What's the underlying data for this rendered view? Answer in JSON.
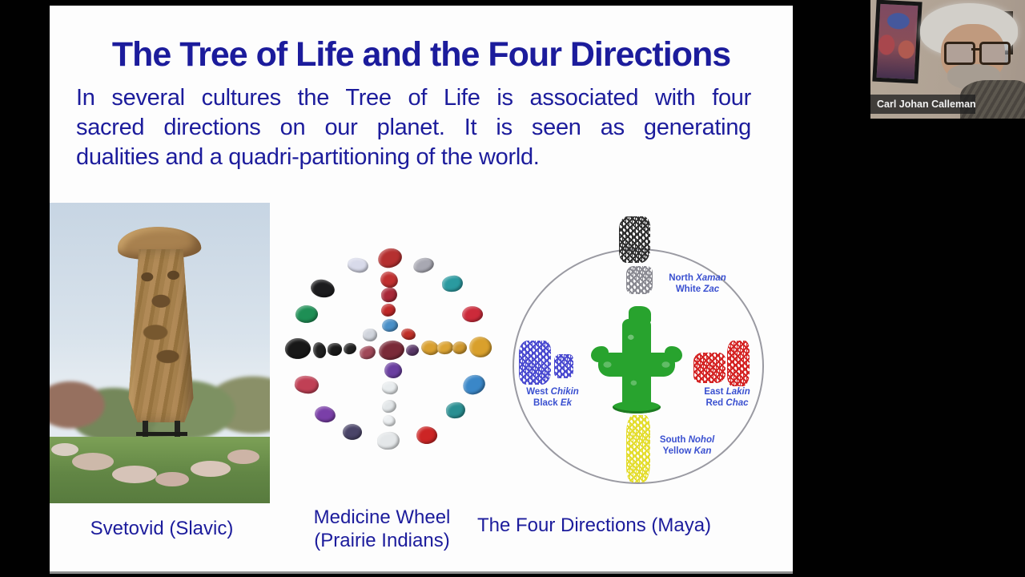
{
  "palette": {
    "text_navy": "#1c1c9c",
    "label_blue": "#3a50d0",
    "maya_green": "#28a32e",
    "maya_red": "#d42222",
    "maya_blue": "#4a4ad0",
    "maya_yellow": "#e4dd2e",
    "maya_black": "#2e2e2e",
    "maya_gray": "#8a8a92"
  },
  "meeting": {
    "participant_name": "Carl Johan Calleman"
  },
  "slide": {
    "title": "The Tree of Life and the Four Directions",
    "body_lines": [
      "In several cultures the Tree of Life is associated with four",
      "sacred directions on our planet. It is seen as generating",
      "dualities and a quadri-partitioning of the world."
    ],
    "figures": {
      "svetovid": {
        "caption": "Svetovid (Slavic)"
      },
      "medicine_wheel": {
        "caption_line1": "Medicine Wheel",
        "caption_line2": "(Prairie Indians)"
      },
      "maya": {
        "caption": "The Four Directions (Maya)",
        "labels": {
          "north": {
            "line1": [
              "North",
              "Xaman"
            ],
            "line2": [
              "White",
              "Zac"
            ]
          },
          "west": {
            "line1": [
              "West",
              "Chikin"
            ],
            "line2": [
              "Black",
              "Ek"
            ]
          },
          "east": {
            "line1": [
              "East",
              "Lakin"
            ],
            "line2": [
              "Red",
              "Chac"
            ]
          },
          "south": {
            "line1": [
              "South",
              "Nohol"
            ],
            "line2": [
              "Yellow",
              "Kan"
            ]
          }
        }
      }
    }
  },
  "medicine_wheel": {
    "stones": [
      [
        145,
        39,
        30,
        24,
        "#b53030",
        -8
      ],
      [
        144,
        66,
        22,
        20,
        "#c03030",
        10
      ],
      [
        144,
        85,
        20,
        18,
        "#a82838",
        -6
      ],
      [
        143,
        104,
        18,
        16,
        "#c02828",
        4
      ],
      [
        145,
        123,
        20,
        16,
        "#4a90c8",
        -10
      ],
      [
        120,
        135,
        18,
        16,
        "#d0d4dc",
        6
      ],
      [
        147,
        154,
        32,
        24,
        "#7a2a38",
        -4
      ],
      [
        168,
        134,
        18,
        14,
        "#c03028",
        8
      ],
      [
        117,
        157,
        20,
        16,
        "#a04858",
        -12
      ],
      [
        173,
        154,
        16,
        14,
        "#5a3868",
        5
      ],
      [
        149,
        179,
        22,
        20,
        "#6a3fa0",
        -7
      ],
      [
        145,
        201,
        20,
        16,
        "#e8ecee",
        9
      ],
      [
        144,
        224,
        18,
        16,
        "#e2e6e8",
        -5
      ],
      [
        144,
        242,
        16,
        14,
        "#eceff1",
        7
      ],
      [
        143,
        267,
        28,
        22,
        "#e4e7e9",
        -3
      ],
      [
        30,
        152,
        32,
        26,
        "#181818",
        6
      ],
      [
        57,
        154,
        16,
        20,
        "#202020",
        -9
      ],
      [
        76,
        153,
        18,
        16,
        "#1a1a1a",
        4
      ],
      [
        95,
        152,
        16,
        14,
        "#222222",
        -6
      ],
      [
        195,
        151,
        22,
        18,
        "#d9a030",
        8
      ],
      [
        214,
        151,
        20,
        16,
        "#dca434",
        -5
      ],
      [
        232,
        151,
        18,
        16,
        "#cf982e",
        6
      ],
      [
        258,
        150,
        28,
        26,
        "#d9a02c",
        -8
      ],
      [
        105,
        48,
        26,
        18,
        "#d8daea",
        12
      ],
      [
        187,
        48,
        26,
        18,
        "#a8a8b2",
        -10
      ],
      [
        61,
        77,
        30,
        22,
        "#1c1c1e",
        8
      ],
      [
        223,
        71,
        26,
        20,
        "#2a9aa0",
        -6
      ],
      [
        41,
        109,
        28,
        22,
        "#1e8f55",
        5
      ],
      [
        248,
        109,
        26,
        20,
        "#cc2a3a",
        -7
      ],
      [
        41,
        197,
        30,
        22,
        "#c04055",
        9
      ],
      [
        250,
        197,
        28,
        24,
        "#3a87c8",
        -11
      ],
      [
        64,
        234,
        26,
        20,
        "#7a3fa8",
        6
      ],
      [
        227,
        229,
        24,
        20,
        "#2a8f92",
        -5
      ],
      [
        98,
        256,
        24,
        20,
        "#4a4468",
        10
      ],
      [
        191,
        260,
        26,
        22,
        "#cc2525",
        -8
      ]
    ]
  }
}
